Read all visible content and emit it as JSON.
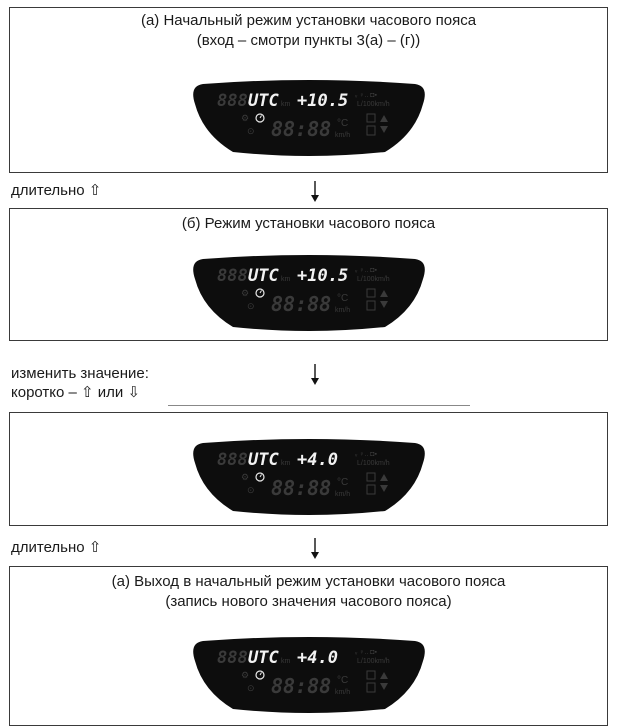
{
  "panels": [
    {
      "caption_line1": "(а) Начальный режим установки часового пояса",
      "caption_line2": "(вход – смотри пункты 3(а) – (г))",
      "display": {
        "mode": "UTC",
        "value": "+10.5"
      }
    },
    {
      "caption_line1": "(б) Режим установки часового пояса",
      "caption_line2": "",
      "display": {
        "mode": "UTC",
        "value": "+10.5"
      }
    },
    {
      "caption_line1": "",
      "caption_line2": "",
      "display": {
        "mode": "UTC",
        "value": "+4.0"
      }
    },
    {
      "caption_line1": "(а) Выход в начальный режим установки часового пояса",
      "caption_line2": "(запись нового значения часового пояса)",
      "display": {
        "mode": "UTC",
        "value": "+4.0"
      }
    }
  ],
  "transitions": [
    {
      "line1": "длительно ⇧",
      "line2": ""
    },
    {
      "line1": "изменить значение:",
      "line2": "коротко – ⇧ или ⇩"
    },
    {
      "line1": "длительно ⇧",
      "line2": ""
    }
  ],
  "display_static": {
    "km": "km",
    "fuel_unit": "L/100km/h",
    "clock": "88:88",
    "celsius": "°C",
    "kmh": "km/h"
  }
}
